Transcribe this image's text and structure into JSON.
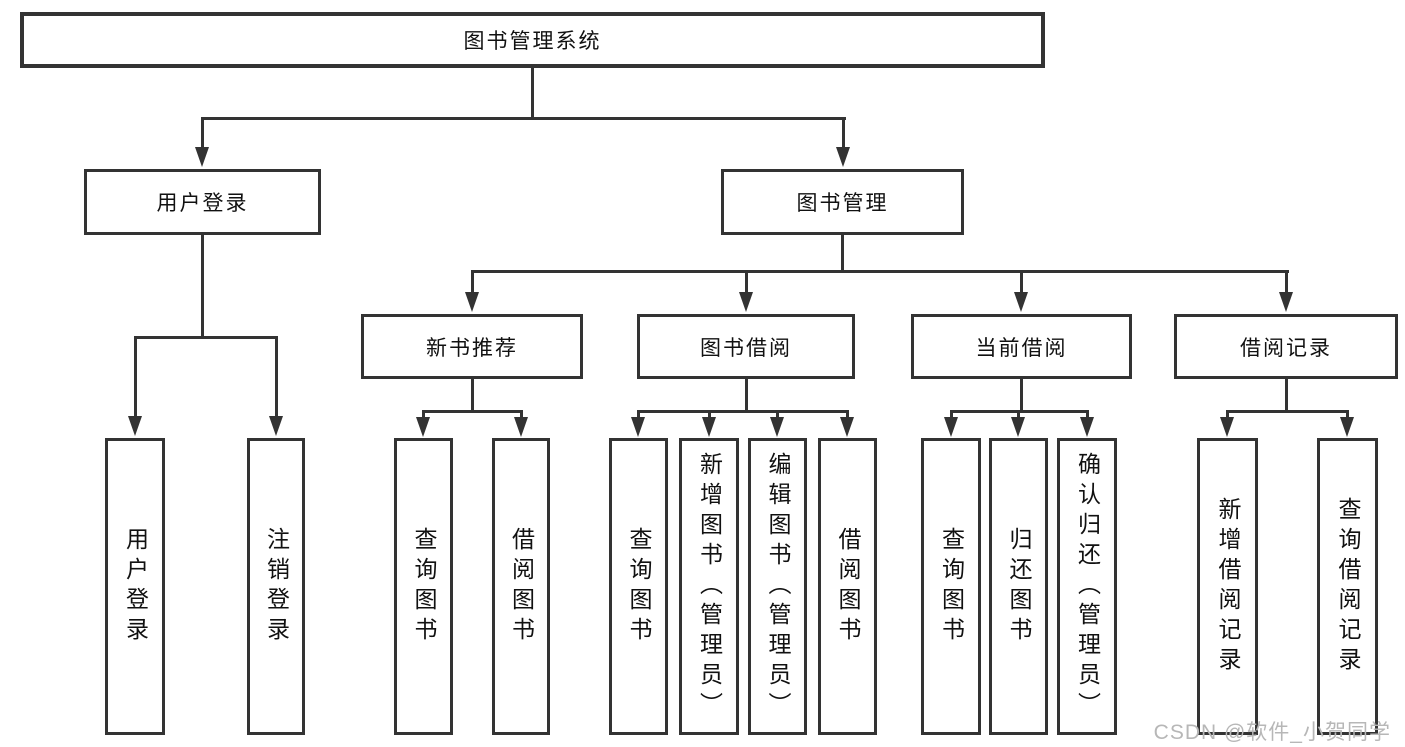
{
  "tree": {
    "root": {
      "label": "图书管理系统"
    },
    "branches": [
      {
        "label": "用户登录",
        "children": [
          {
            "label": "用户登录"
          },
          {
            "label": "注销登录"
          }
        ]
      },
      {
        "label": "图书管理",
        "children": [
          {
            "label": "新书推荐",
            "children": [
              {
                "label": "查询图书"
              },
              {
                "label": "借阅图书"
              }
            ]
          },
          {
            "label": "图书借阅",
            "children": [
              {
                "label": "查询图书"
              },
              {
                "label": "新增图书（管理员）"
              },
              {
                "label": "编辑图书（管理员）"
              },
              {
                "label": "借阅图书"
              }
            ]
          },
          {
            "label": "当前借阅",
            "children": [
              {
                "label": "查询图书"
              },
              {
                "label": "归还图书"
              },
              {
                "label": "确认归还（管理员）"
              }
            ]
          },
          {
            "label": "借阅记录",
            "children": [
              {
                "label": "新增借阅记录"
              },
              {
                "label": "查询借阅记录"
              }
            ]
          }
        ]
      }
    ]
  },
  "watermark": {
    "text": "CSDN @软件_小贺同学"
  },
  "colors": {
    "line": "#333333",
    "watermark_gray": "#b7b7b7",
    "background": "#ffffff"
  }
}
